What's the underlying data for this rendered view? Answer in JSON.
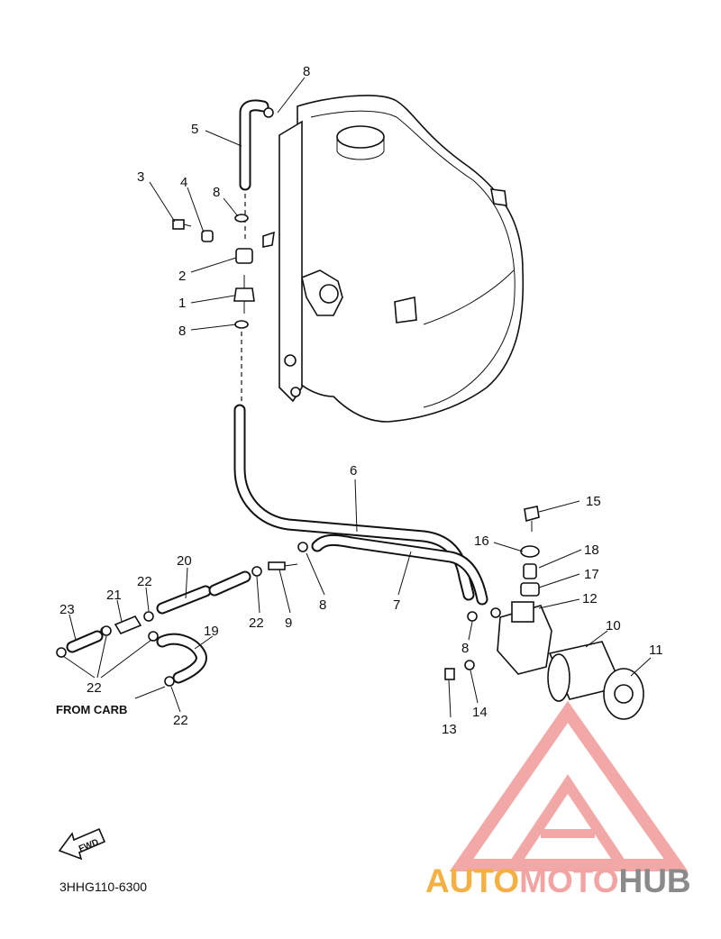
{
  "diagram": {
    "callouts": [
      "8",
      "5",
      "3",
      "4",
      "8",
      "2",
      "1",
      "8",
      "6",
      "15",
      "16",
      "18",
      "17",
      "12",
      "10",
      "11",
      "7",
      "8",
      "13",
      "14",
      "20",
      "22",
      "21",
      "23",
      "22",
      "19",
      "22",
      "9",
      "8",
      "22"
    ],
    "from_carb_label": "FROM CARB",
    "fwd_label": "FWD",
    "part_code": "3HHG110-6300"
  },
  "watermark": {
    "auto": "AUTO",
    "moto": "MOTO",
    "hub": "HUB",
    "colors": {
      "auto": "#f5b041",
      "moto": "#f4a3a3",
      "hub": "#8a8a8a",
      "logo": "#f29a9a"
    }
  }
}
